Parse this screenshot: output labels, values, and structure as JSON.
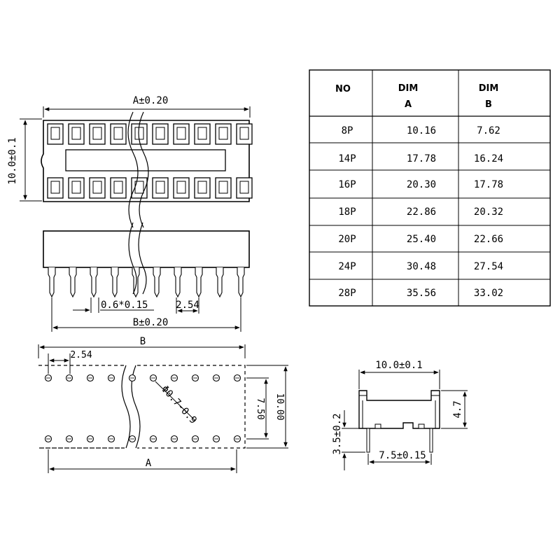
{
  "top_view": {
    "width_label": "A±0.20",
    "height_label": "10.0±0.1",
    "pins_per_row_shown": 10
  },
  "side_view": {
    "pin_width_label": "0.6*0.15",
    "pitch_label": "2.54",
    "width_label": "B±0.20"
  },
  "pcb_view": {
    "b_label": "B",
    "pitch_label": "2.54",
    "hole_label": "Φ0.7-0.9",
    "row_spacing_label": "7.50",
    "outer_label": "10.00",
    "a_label": "A"
  },
  "end_view": {
    "width_label": "10.0±0.1",
    "height_label": "4.7",
    "pin_length_label": "3.5±0.2",
    "pin_spacing_label": "7.5±0.15"
  },
  "table": {
    "headers": [
      {
        "line1": "NO",
        "line2": ""
      },
      {
        "line1": "DIM",
        "line2": "A"
      },
      {
        "line1": "DIM",
        "line2": "B"
      }
    ],
    "rows": [
      [
        "8P",
        "10.16",
        "7.62"
      ],
      [
        "14P",
        "17.78",
        "16.24"
      ],
      [
        "16P",
        "20.30",
        "17.78"
      ],
      [
        "18P",
        "22.86",
        "20.32"
      ],
      [
        "20P",
        "25.40",
        "22.66"
      ],
      [
        "24P",
        "30.48",
        "27.54"
      ],
      [
        "28P",
        "35.56",
        "33.02"
      ]
    ]
  }
}
